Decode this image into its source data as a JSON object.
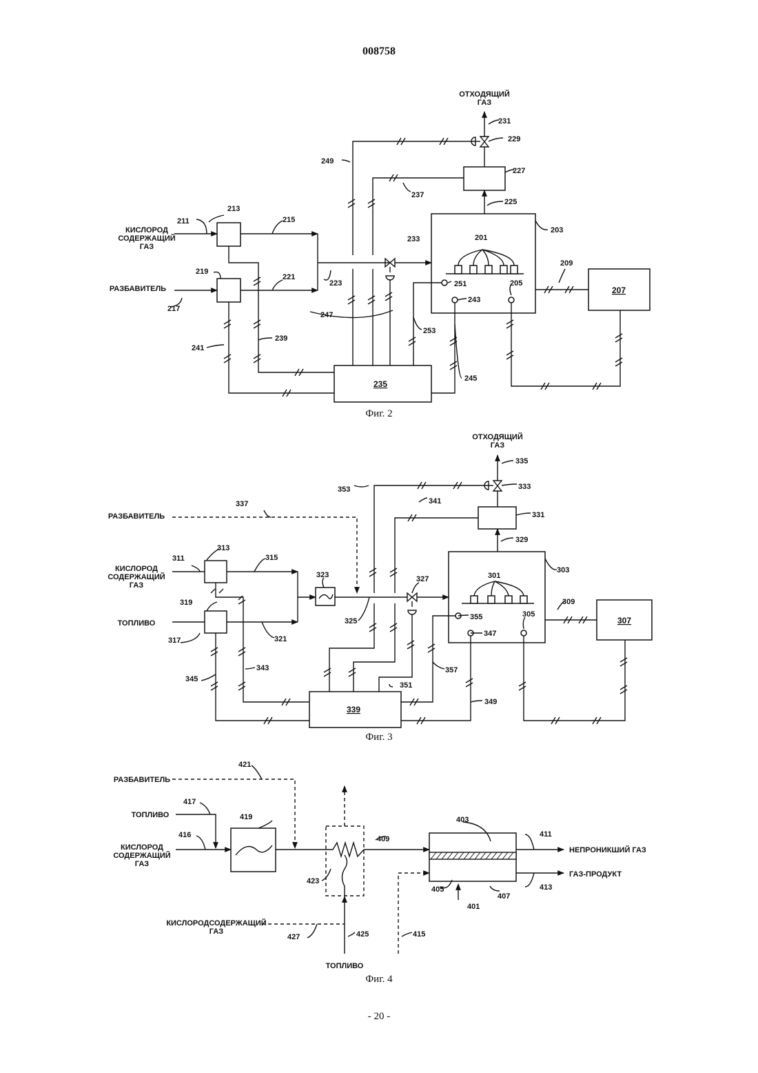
{
  "document_number": "008758",
  "page_number": "- 20 -",
  "figures": [
    {
      "caption": "Фиг. 2",
      "labels": {
        "exhaust": [
          "ОТХОДЯЩИЙ",
          "ГАЗ"
        ],
        "oxygen": [
          "КИСЛОРОД",
          "СОДЕРЖАЩИЙ",
          "ГАЗ"
        ],
        "diluent": "РАЗБАВИТЕЛЬ"
      },
      "refs": {
        "r201": "201",
        "r203": "203",
        "r205": "205",
        "r207": "207",
        "r209": "209",
        "r211": "211",
        "r213": "213",
        "r215": "215",
        "r217": "217",
        "r219": "219",
        "r221": "221",
        "r223": "223",
        "r225": "225",
        "r227": "227",
        "r229": "229",
        "r231": "231",
        "r233": "233",
        "r235": "235",
        "r237": "237",
        "r239": "239",
        "r241": "241",
        "r243": "243",
        "r245": "245",
        "r247": "247",
        "r249": "249",
        "r251": "251",
        "r253": "253"
      }
    },
    {
      "caption": "Фиг. 3",
      "labels": {
        "exhaust": [
          "ОТХОДЯЩИЙ",
          "ГАЗ"
        ],
        "diluent": "РАЗБАВИТЕЛЬ",
        "oxygen": [
          "КИСЛОРОД",
          "СОДЕРЖАЩИЙ",
          "ГАЗ"
        ],
        "fuel": "ТОПЛИВО"
      },
      "refs": {
        "r301": "301",
        "r303": "303",
        "r305": "305",
        "r307": "307",
        "r309": "309",
        "r311": "311",
        "r313": "313",
        "r315": "315",
        "r317": "317",
        "r319": "319",
        "r321": "321",
        "r323": "323",
        "r325": "325",
        "r327": "327",
        "r329": "329",
        "r331": "331",
        "r333": "333",
        "r335": "335",
        "r337": "337",
        "r339": "339",
        "r341": "341",
        "r343": "343",
        "r345": "345",
        "r347": "347",
        "r349": "349",
        "r351": "351",
        "r353": "353",
        "r355": "355",
        "r357": "357"
      }
    },
    {
      "caption": "Фиг. 4",
      "labels": {
        "diluent": "РАЗБАВИТЕЛЬ",
        "fuel": "ТОПЛИВО",
        "oxygen": [
          "КИСЛОРОД",
          "СОДЕРЖАЩИЙ",
          "ГАЗ"
        ],
        "oxygen2": [
          "КИСЛОРОДСОДЕРЖАЩИЙ",
          "ГАЗ"
        ],
        "fuel2": "ТОПЛИВО",
        "retentate": "НЕПРОНИКШИЙ ГАЗ",
        "product": "ГАЗ-ПРОДУКТ"
      },
      "refs": {
        "r401": "401",
        "r403": "403",
        "r405": "405",
        "r407": "407",
        "r409": "409",
        "r411": "411",
        "r413": "413",
        "r415": "415",
        "r416": "416",
        "r417": "417",
        "r419": "419",
        "r421": "421",
        "r423": "423",
        "r425": "425",
        "r427": "427"
      }
    }
  ]
}
